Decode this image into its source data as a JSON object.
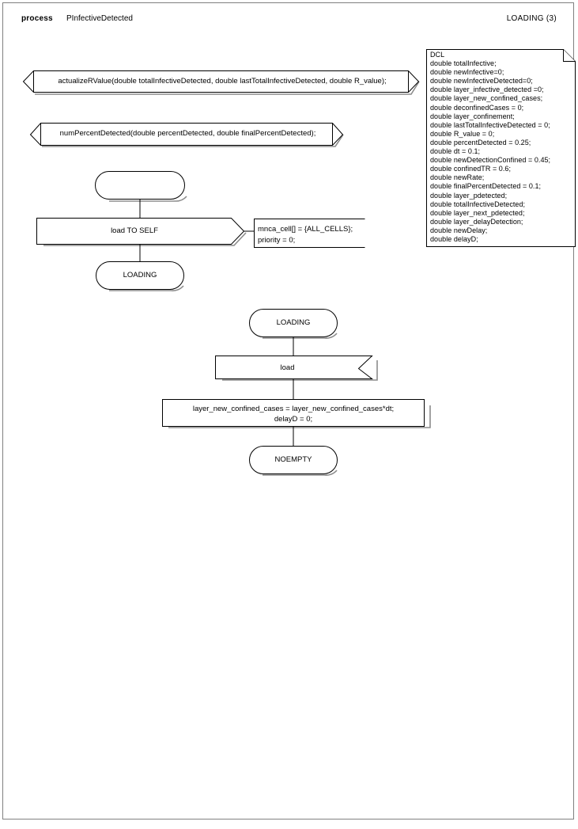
{
  "header": {
    "kind": "process",
    "name": "PInfectiveDetected",
    "page_label": "LOADING (3)"
  },
  "declaration_box": {
    "title": "DCL",
    "variables": [
      "double totalInfective;",
      "double newInfective=0;",
      "double newInfectiveDetected=0;",
      "double layer_infective_detected =0;",
      "double layer_new_confined_cases;",
      "double deconfinedCases = 0;",
      "double layer_confinement;",
      "double lastTotalInfectiveDetected = 0;",
      "double R_value = 0;",
      "double percentDetected = 0.25;",
      "double dt = 0.1;",
      "double newDetectionConfined = 0.45;",
      "double confinedTR = 0.6;",
      "double newRate;",
      "double finalPercentDetected = 0.1;",
      "double layer_pdetected;",
      "double totalInfectiveDetected;",
      "double layer_next_pdetected;",
      "double layer_delayDetection;",
      "double newDelay;",
      "double delayD;"
    ],
    "full_text": "DCL\ndouble totalInfective;\ndouble newInfective=0;\ndouble newInfectiveDetected=0;\ndouble layer_infective_detected =0;\ndouble layer_new_confined_cases;\ndouble deconfinedCases = 0;\ndouble layer_confinement;\ndouble lastTotalInfectiveDetected = 0;\ndouble R_value = 0;\ndouble percentDetected = 0.25;\ndouble dt = 0.1;\ndouble newDetectionConfined = 0.45;\ndouble confinedTR = 0.6;\ndouble newRate;\ndouble finalPercentDetected = 0.1;\ndouble layer_pdetected;\ndouble totalInfectiveDetected;\ndouble layer_next_pdetected;\ndouble layer_delayDetection;\ndouble newDelay;\ndouble delayD;"
  },
  "procedures": [
    {
      "id": "proc-actualizervalue",
      "text": "actualizeRValue(double totalInfectiveDetected, double lastTotalInfectiveDetected, double R_value);"
    },
    {
      "id": "proc-numpercentdetected",
      "text": "numPercentDetected(double percentDetected, double finalPercentDetected);"
    }
  ],
  "transitions": [
    {
      "id": "transition-start",
      "nodes": [
        {
          "id": "start-symbol",
          "type": "start",
          "text": ""
        },
        {
          "id": "output-load-to-self",
          "type": "output",
          "text": "load TO SELF"
        },
        {
          "id": "state-loading-1",
          "type": "state",
          "text": "LOADING"
        }
      ],
      "comment": {
        "id": "comment-mnca-cell",
        "text": "mnca_cell[] = {ALL_CELLS};\npriority = 0;",
        "lines": [
          "mnca_cell[] = {ALL_CELLS};",
          "priority = 0;"
        ]
      }
    },
    {
      "id": "transition-loading",
      "nodes": [
        {
          "id": "state-loading-2",
          "type": "state",
          "text": "LOADING"
        },
        {
          "id": "input-load",
          "type": "input",
          "text": "load"
        },
        {
          "id": "task-confined-cases",
          "type": "task",
          "text": "layer_new_confined_cases = layer_new_confined_cases*dt;\ndelayD = 0;",
          "lines": [
            "layer_new_confined_cases = layer_new_confined_cases*dt;",
            "delayD = 0;"
          ]
        },
        {
          "id": "state-noempty",
          "type": "state",
          "text": "NOEMPTY"
        }
      ]
    }
  ],
  "colors": {
    "stroke": "#000000",
    "page_border": "#808080",
    "shadow": "#8c8c8c",
    "background": "#ffffff"
  }
}
